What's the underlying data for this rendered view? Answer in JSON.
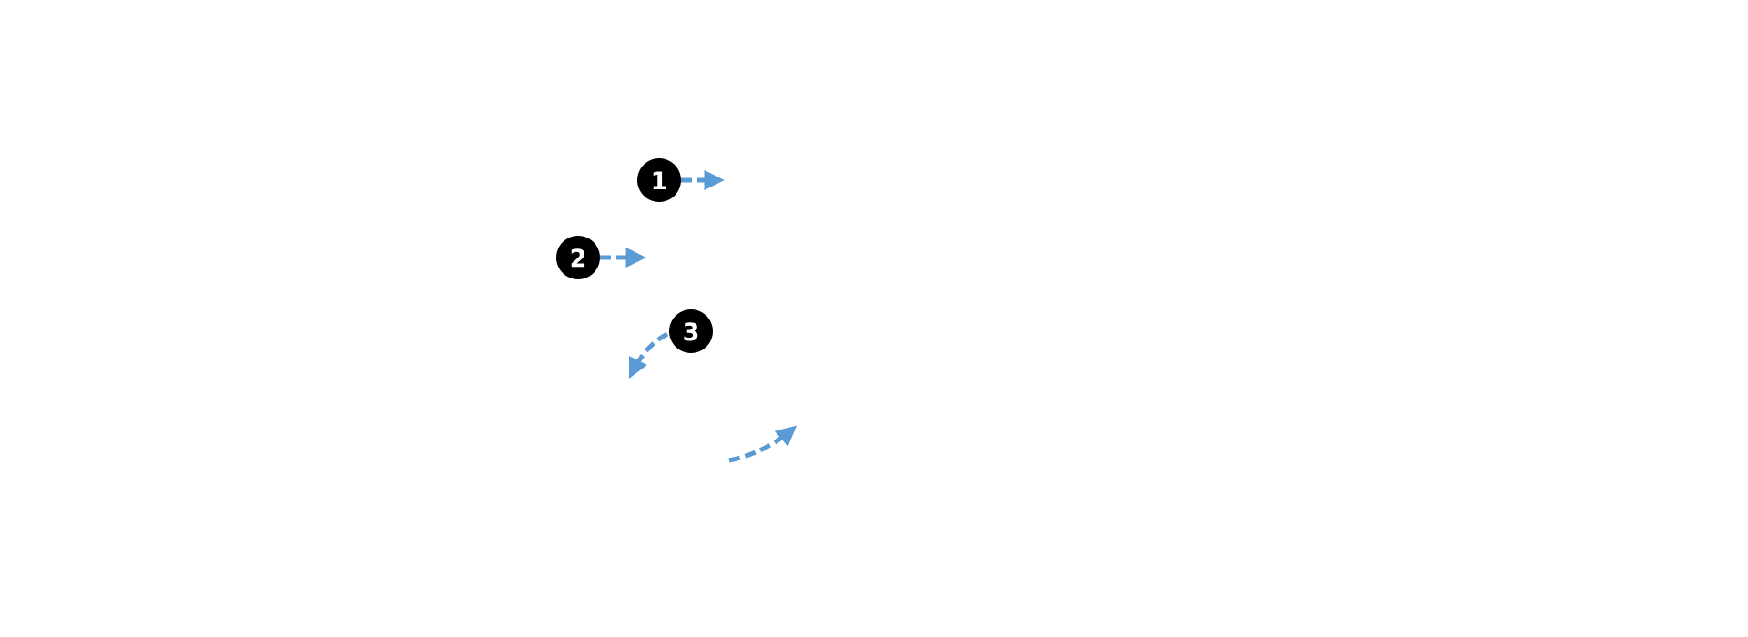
{
  "callouts": [
    {
      "number": "1"
    },
    {
      "number": "2"
    },
    {
      "number": "3"
    }
  ],
  "colors": {
    "badge": "#000000",
    "badge_text": "#ffffff",
    "arrow": "#5b9bd5",
    "background": "#ffffff"
  }
}
